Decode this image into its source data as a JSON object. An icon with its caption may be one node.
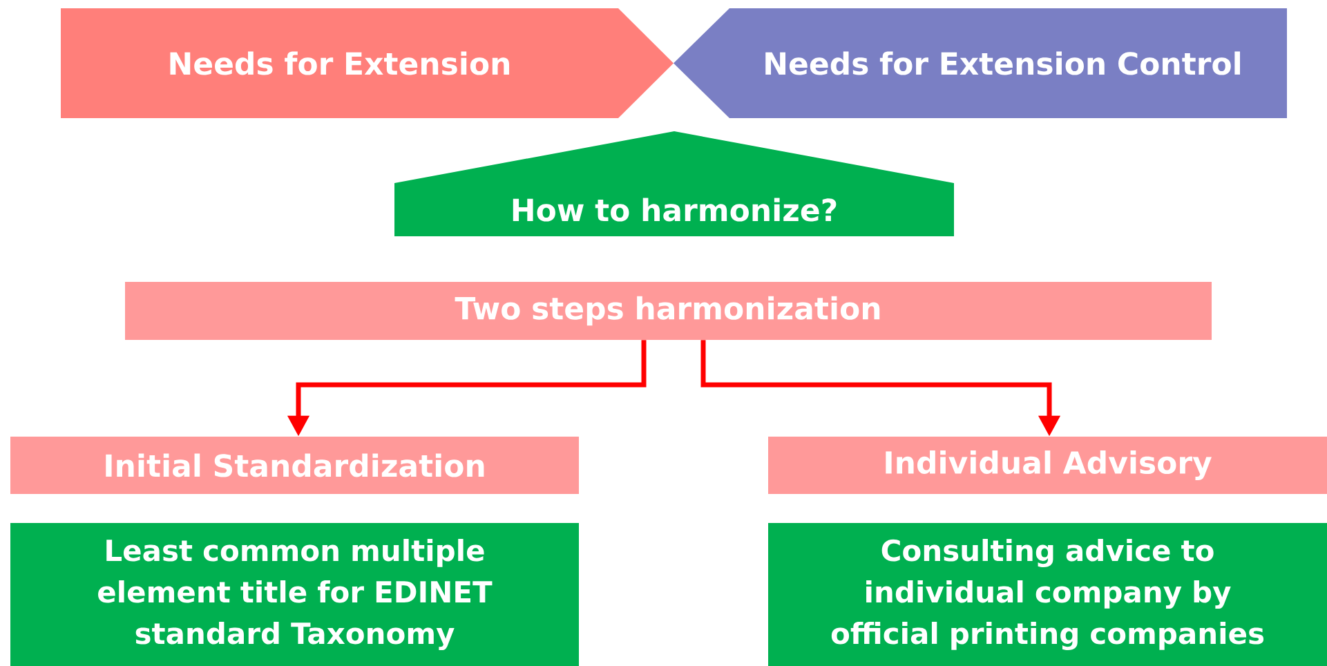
{
  "diagram": {
    "nodes": [
      {
        "text": [
          "Needs for Extension"
        ]
      },
      {
        "text": [
          "Needs for Extension Control"
        ]
      },
      {
        "text": [
          "How to harmonize?"
        ]
      },
      {
        "text": [
          "Two steps harmonization"
        ]
      },
      {
        "text": [
          "Initial Standardization"
        ]
      },
      {
        "text": [
          "Individual Advisory"
        ]
      },
      {
        "text": [
          "Least common multiple element title for EDINET standard Taxonomy"
        ]
      },
      {
        "text": [
          "Consulting advice to individual company by official printing companies"
        ]
      }
    ],
    "edges": [
      {
        "from": 3,
        "to": 4,
        "arrow": "to"
      },
      {
        "from": 3,
        "to": 5,
        "arrow": "to"
      }
    ]
  }
}
